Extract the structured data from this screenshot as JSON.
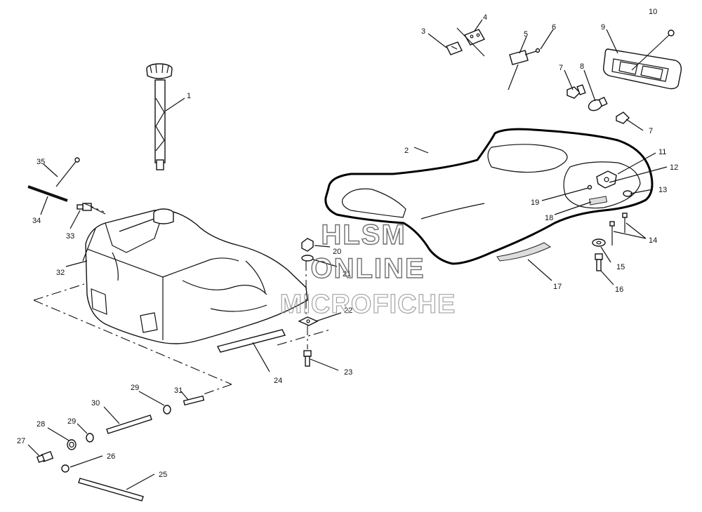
{
  "watermark": {
    "line1": "HLSM",
    "line2": "ONLINE",
    "line3": "MICROFICHE"
  },
  "callouts": {
    "c1": "1",
    "c2": "2",
    "c3": "3",
    "c4": "4",
    "c5": "5",
    "c6": "6",
    "c7a": "7",
    "c7b": "7",
    "c8": "8",
    "c9": "9",
    "c10": "10",
    "c11": "11",
    "c12": "12",
    "c13": "13",
    "c14": "14",
    "c15": "15",
    "c16": "16",
    "c17": "17",
    "c18": "18",
    "c19": "19",
    "c20": "20",
    "c21": "21",
    "c22": "22",
    "c23": "23",
    "c24": "24",
    "c25": "25",
    "c26": "26",
    "c27": "27",
    "c28": "28",
    "c29a": "29",
    "c29b": "29",
    "c30": "30",
    "c31": "31",
    "c32": "32",
    "c33": "33",
    "c34": "34",
    "c35": "35"
  }
}
